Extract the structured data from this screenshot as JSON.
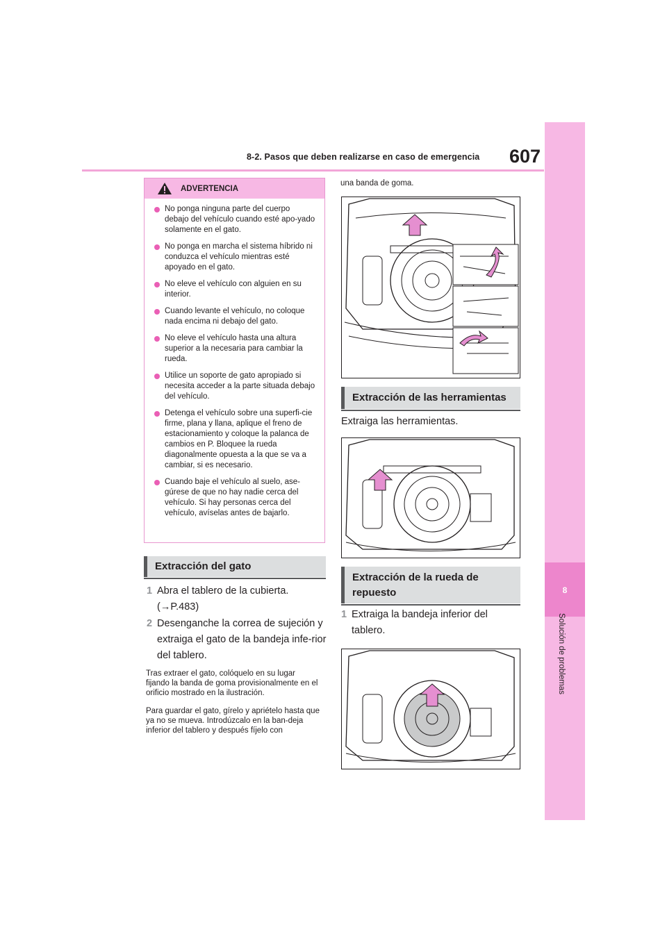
{
  "header": {
    "title": "8-2. Pasos que deben realizarse en caso de emergencia",
    "page_number": "607"
  },
  "side_tab": {
    "chapter_number": "8",
    "chapter_label": "Solución de problemas"
  },
  "warning": {
    "title": "ADVERTENCIA",
    "items": [
      "No ponga ninguna parte del cuerpo debajo del vehículo cuando esté apo-yado solamente en el gato.",
      "No ponga en marcha el sistema híbrido ni conduzca el vehículo mientras esté apoyado en el gato.",
      "No eleve el vehículo con alguien en su interior.",
      "Cuando levante el vehículo, no coloque nada encima ni debajo del gato.",
      "No eleve el vehículo hasta una altura superior a la necesaria para cambiar la rueda.",
      "Utilice un soporte de gato apropiado si necesita acceder a la parte situada debajo del vehículo.",
      "Detenga el vehículo sobre una superfi-cie firme, plana y llana, aplique el freno de estacionamiento y coloque la palanca de cambios en P. Bloquee la rueda diagonalmente opuesta a la que se va a cambiar, si es necesario.",
      "Cuando baje el vehículo al suelo, ase-gúrese de que no hay nadie cerca del vehículo. Si hay personas cerca del vehículo, avíselas antes de bajarlo."
    ]
  },
  "jack_section": {
    "heading": "Extracción del gato",
    "steps": [
      {
        "num": "1",
        "text": "Abra el tablero de la cubierta. (→P.483)"
      },
      {
        "num": "2",
        "text": "Desenganche la correa de sujeción y extraiga el gato de la bandeja infe-rior del tablero."
      }
    ],
    "para1": "Tras extraer el gato, colóquelo en su lugar fijando la banda de goma provisionalmente en el orificio mostrado en la ilustración.",
    "para2": "Para guardar el gato, gírelo y apriételo hasta que ya no se mueva. Introdúzcalo en la ban-deja inferior del tablero y después fíjelo con",
    "continued": "una banda de goma."
  },
  "tools_section": {
    "heading": "Extracción de las herramientas",
    "text": "Extraiga las herramientas."
  },
  "spare_section": {
    "heading": "Extracción de la rueda de repuesto",
    "steps": [
      {
        "num": "1",
        "text": "Extraiga la bandeja inferior del tablero."
      }
    ]
  },
  "colors": {
    "accent_pink": "#f7b8e4",
    "bullet_pink": "#ea5fb5",
    "arrow_fill": "#e58fd0",
    "heading_grey": "#dcdedf"
  }
}
